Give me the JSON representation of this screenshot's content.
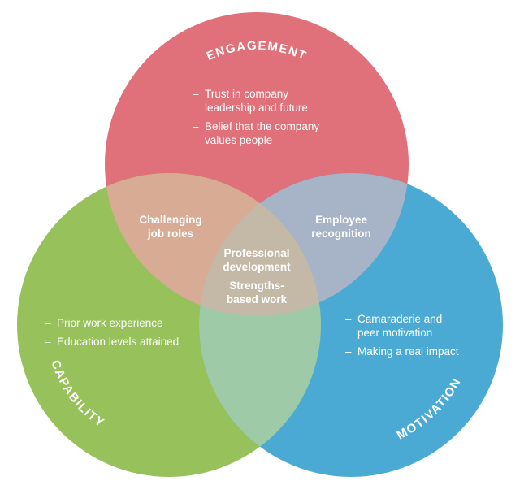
{
  "colors": {
    "engagement": "#e0707a",
    "capability": "#97c15a",
    "motivation": "#4aaad3",
    "engagement_capability": "#d8ab94",
    "engagement_motivation": "#a7b3c7",
    "capability_motivation": "#9fcaa8",
    "center": "#c4b8a7"
  },
  "circles": {
    "engagement": {
      "title": "ENGAGEMENT",
      "bullets": [
        {
          "dash": "–",
          "lines": [
            "Trust in company",
            "leadership and future"
          ]
        },
        {
          "dash": "–",
          "lines": [
            "Belief that the company",
            "values people"
          ]
        }
      ]
    },
    "capability": {
      "title": "CAPABILITY",
      "bullets": [
        {
          "dash": "–",
          "lines": [
            "Prior work experience"
          ]
        },
        {
          "dash": "–",
          "lines": [
            "Education levels attained"
          ]
        }
      ]
    },
    "motivation": {
      "title": "MOTIVATION",
      "bullets": [
        {
          "dash": "–",
          "lines": [
            "Camaraderie and",
            "peer motivation"
          ]
        },
        {
          "dash": "–",
          "lines": [
            "Making a real impact"
          ]
        }
      ]
    }
  },
  "overlaps": {
    "engagement_capability": {
      "lines": [
        "Challenging",
        "job roles"
      ]
    },
    "engagement_motivation": {
      "lines": [
        "Employee",
        "recognition"
      ]
    },
    "center_top": {
      "lines": [
        "Professional",
        "development"
      ]
    },
    "center_bottom": {
      "lines": [
        "Strengths-",
        "based work"
      ]
    }
  }
}
